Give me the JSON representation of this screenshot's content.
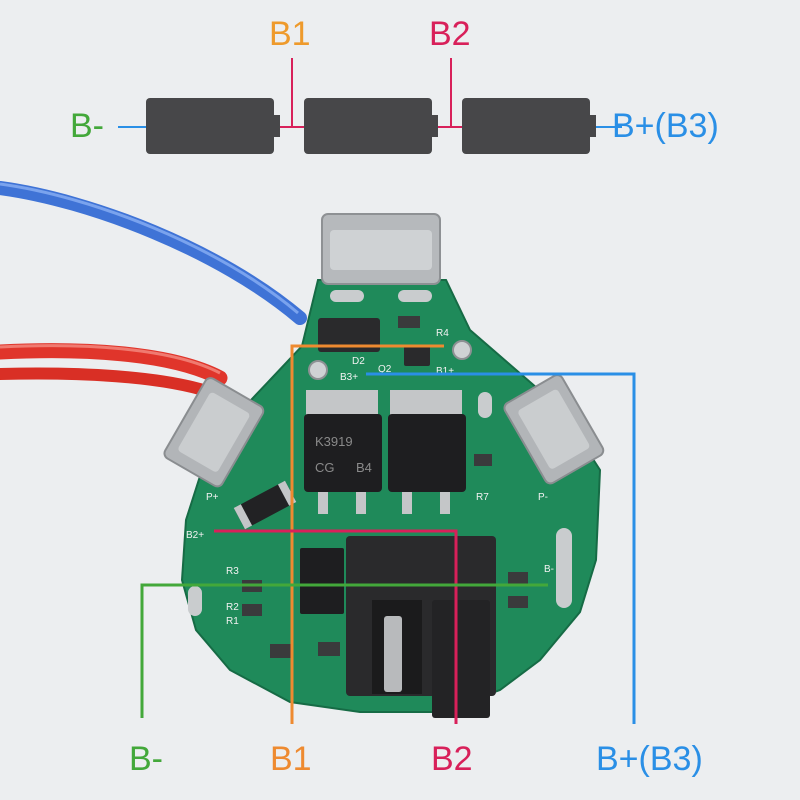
{
  "battery_diagram": {
    "label_b_minus": "B-",
    "label_b1": "B1",
    "label_b2": "B2",
    "label_b_plus": "B+(B3)"
  },
  "bottom_labels": {
    "label_b_minus": "B-",
    "label_b1": "B1",
    "label_b2": "B2",
    "label_b_plus": "B+(B3)"
  },
  "board_silkscreen": {
    "d2": "D2",
    "q2": "Q2",
    "b1_plus": "B1+",
    "b3_plus": "B3+",
    "b2_plus": "B2+",
    "p_plus": "P+",
    "p_minus": "P-",
    "r4": "R4",
    "r7": "R7",
    "r3": "R3",
    "r1": "R1",
    "r2": "R2",
    "b_minus": "B-",
    "mosfet_code_1": "K3919",
    "mosfet_code_2": "CG",
    "mosfet_code_3": "B4"
  },
  "colors": {
    "b_minus": "#43a83a",
    "b1": "#ee9a2c",
    "b2": "#d8205a",
    "b_plus": "#2a8fe6",
    "board": "#1f8a5a",
    "cell": "#474749"
  }
}
